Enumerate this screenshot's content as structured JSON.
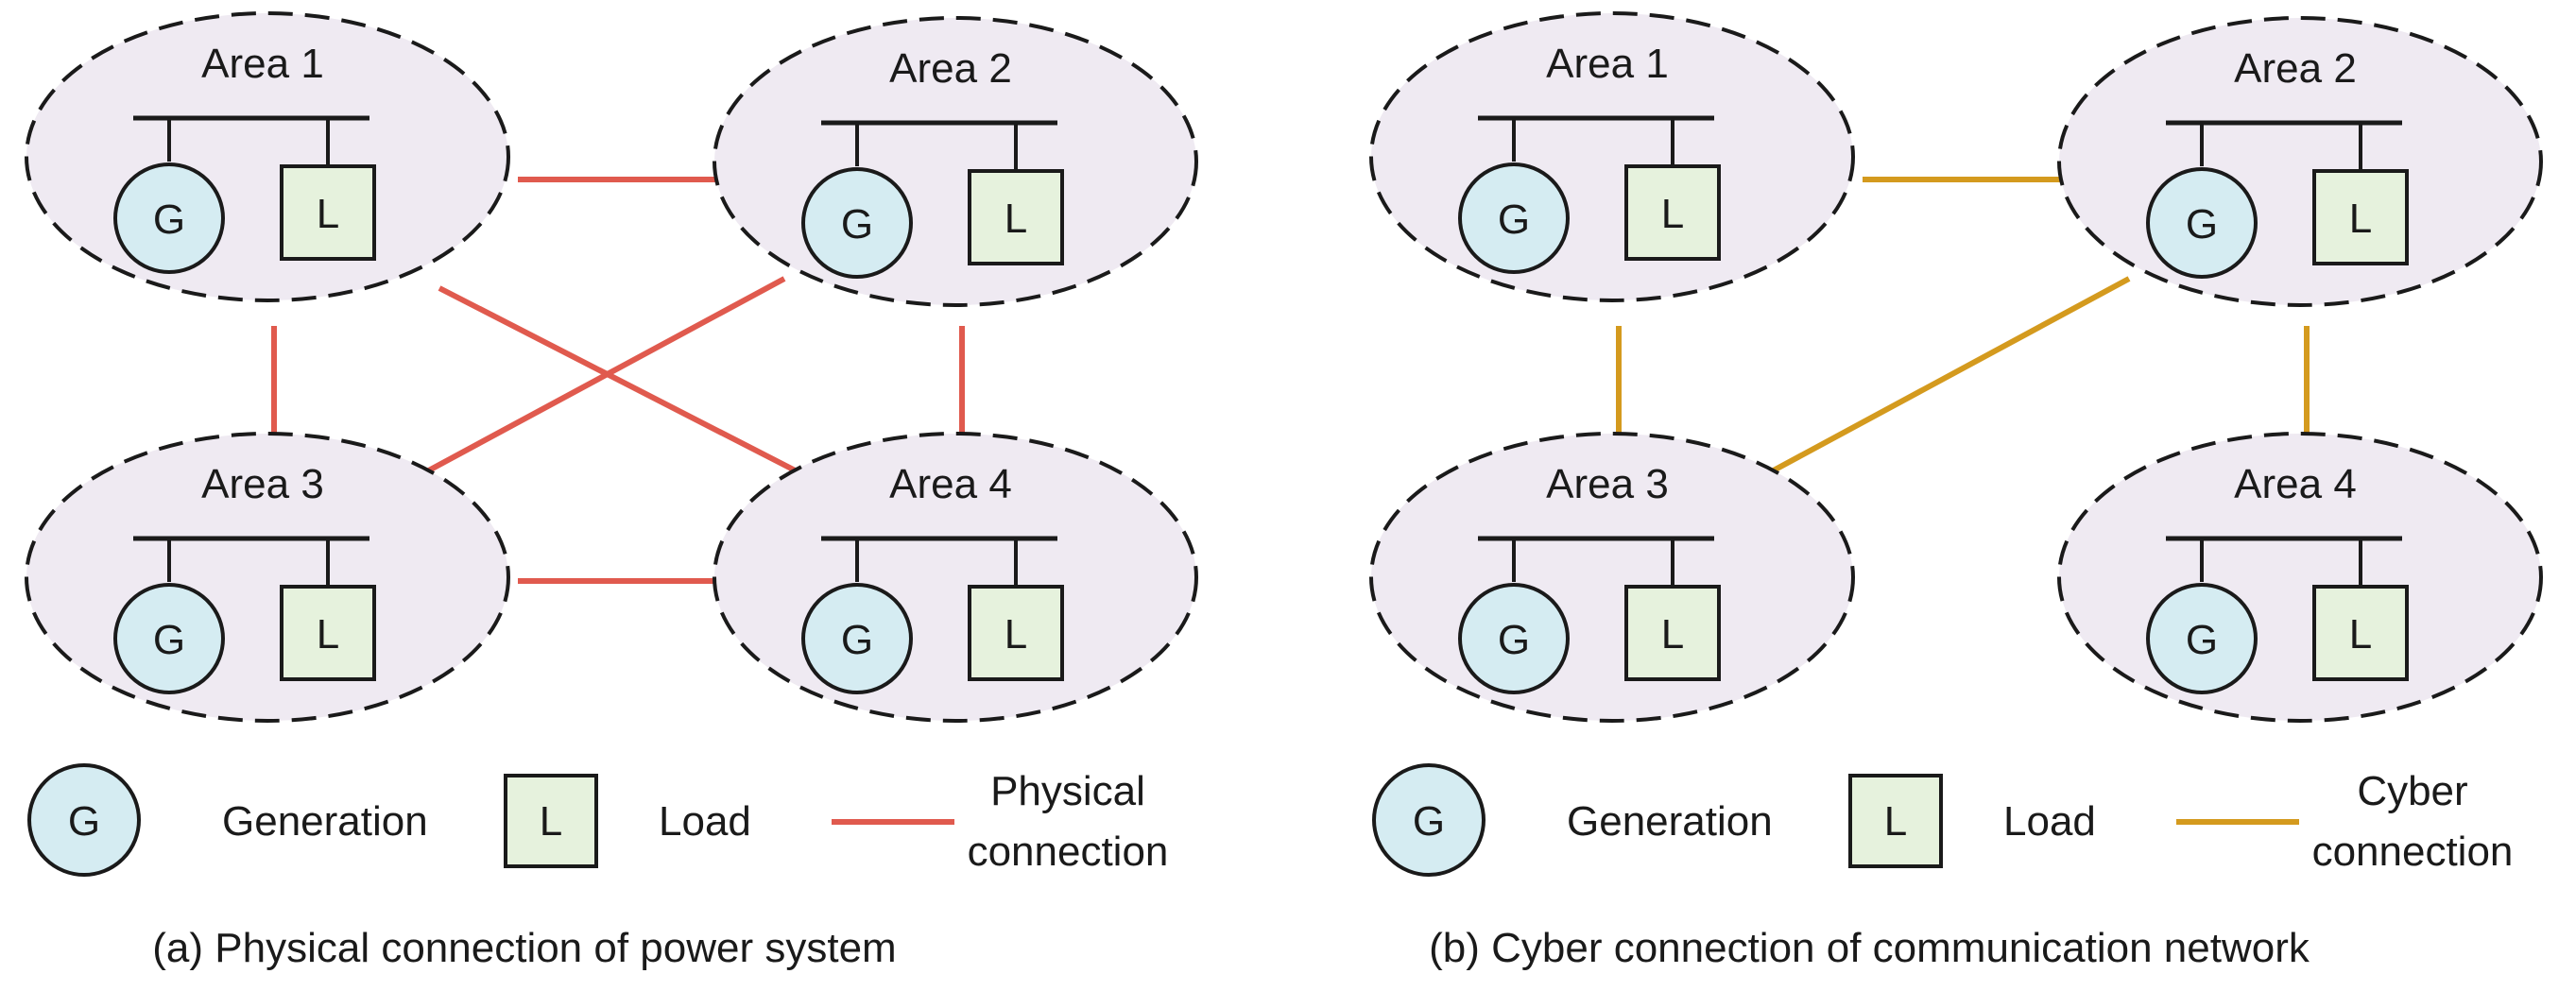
{
  "panels": [
    {
      "id": "a",
      "caption": "(a) Physical connection of power system",
      "areas": [
        {
          "label": "Area 1",
          "generation_symbol": "G",
          "load_symbol": "L"
        },
        {
          "label": "Area 2",
          "generation_symbol": "G",
          "load_symbol": "L"
        },
        {
          "label": "Area 3",
          "generation_symbol": "G",
          "load_symbol": "L"
        },
        {
          "label": "Area 4",
          "generation_symbol": "G",
          "load_symbol": "L"
        }
      ],
      "connections": [
        {
          "from": "Area 1",
          "to": "Area 2"
        },
        {
          "from": "Area 1",
          "to": "Area 3"
        },
        {
          "from": "Area 1",
          "to": "Area 4"
        },
        {
          "from": "Area 2",
          "to": "Area 3"
        },
        {
          "from": "Area 2",
          "to": "Area 4"
        },
        {
          "from": "Area 3",
          "to": "Area 4"
        }
      ],
      "legend": {
        "generation_symbol": "G",
        "generation_label": "Generation",
        "load_symbol": "L",
        "load_label": "Load",
        "connection_label_line1": "Physical",
        "connection_label_line2": "connection"
      },
      "connection_color": "#e05a4e"
    },
    {
      "id": "b",
      "caption": "(b) Cyber connection of communication network",
      "areas": [
        {
          "label": "Area 1",
          "generation_symbol": "G",
          "load_symbol": "L"
        },
        {
          "label": "Area 2",
          "generation_symbol": "G",
          "load_symbol": "L"
        },
        {
          "label": "Area 3",
          "generation_symbol": "G",
          "load_symbol": "L"
        },
        {
          "label": "Area 4",
          "generation_symbol": "G",
          "load_symbol": "L"
        }
      ],
      "connections": [
        {
          "from": "Area 1",
          "to": "Area 2"
        },
        {
          "from": "Area 1",
          "to": "Area 3"
        },
        {
          "from": "Area 2",
          "to": "Area 3"
        },
        {
          "from": "Area 2",
          "to": "Area 4"
        }
      ],
      "legend": {
        "generation_symbol": "G",
        "generation_label": "Generation",
        "load_symbol": "L",
        "load_label": "Load",
        "connection_label_line1": "Cyber",
        "connection_label_line2": "connection"
      },
      "connection_color": "#d49a1e"
    }
  ],
  "colors": {
    "area_fill": "#efeaf2",
    "generation_fill": "#d5ecf2",
    "load_fill": "#e6f2dd",
    "outline": "#1a1a1a"
  }
}
